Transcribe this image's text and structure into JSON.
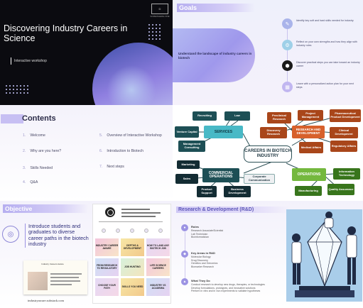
{
  "slide1": {
    "title": "Discovering Industry Careers in Science",
    "subtitle": "Interactive workshop",
    "logo_text": "SOMEWHERE.ONE",
    "logo_mark": "D"
  },
  "slide2": {
    "header": "Goals",
    "pill_text": "Understand the landscape of industry careers in biotech",
    "goals": [
      "Identify key soft and hard skills needed for industry",
      "Reflect on your own strengths and how they align with industry roles",
      "Discover practical steps you can take toward an industry career",
      "Leave with a personalized action plan for your next steps"
    ]
  },
  "slide3": {
    "title_initial": "C",
    "title_rest": "ontents",
    "items": [
      {
        "num": "1.",
        "label": "Welcome"
      },
      {
        "num": "2.",
        "label": "Why are you here?"
      },
      {
        "num": "3.",
        "label": "Skills Needed"
      },
      {
        "num": "4.",
        "label": "Q&A"
      },
      {
        "num": "5.",
        "label": "Overview of Interactive Workshop"
      },
      {
        "num": "6.",
        "label": "Introduction to Biotech"
      },
      {
        "num": "7.",
        "label": "Next steps"
      }
    ]
  },
  "slide4": {
    "center": "CAREERS IN BIOTECH INDUSTRY",
    "services": {
      "hub": "SERVICES",
      "items": [
        "Recruiting",
        "Law",
        "Venture Capital",
        "Management Consulting"
      ]
    },
    "rnd": {
      "hub": "RESEARCH AND DEVELOPMENT",
      "items": [
        "Preclinical Research",
        "Project Management",
        "Pharmaceutical Product Development",
        "Discovery Research",
        "Clinical Development",
        "Medical Affairs",
        "Regulatory Affairs"
      ]
    },
    "commercial": {
      "hub": "COMMERCIAL OPERATIONS",
      "items": [
        "Marketing",
        "Sales",
        "Product Support",
        "Business Development",
        "Corporate Communication"
      ]
    },
    "operations": {
      "hub": "OPERATIONS",
      "items": [
        "Information Technology",
        "Manufacturing",
        "Quality Assurance"
      ]
    }
  },
  "slide5": {
    "header": "Objective",
    "text": "Introduce students and graduates to diverse career paths in the biotech industry",
    "card_title": "Industry Careers Aware",
    "url": "industryaware.substack.com",
    "tiles": [
      "INDUSTRY CAREER AWARE",
      "DEPTHS & DEVELOPMENT",
      "HOW TO LAND ANY BIOTECH JOB",
      "FROM RESEARCH TO REGULATORY",
      "JOB HUNTING",
      "LIFE SCIENCE CAREERS",
      "CHOOSE YOUR PATH",
      "SKILLS YOU NEED",
      "INDUSTRY VS ACADEMIA"
    ]
  },
  "slide6": {
    "header": "Research & Development (R&D)",
    "sections": [
      {
        "heading": "Roles",
        "lines": [
          "Research Associate/Scientist",
          "Lab Technician",
          "Bioinformatician"
        ]
      },
      {
        "heading": "Key Areas in R&D",
        "lines": [
          "Molecular Biology",
          "Drug Discovery",
          "Genetics and Genomics",
          "Biomarker Research"
        ]
      },
      {
        "heading": "What They Do",
        "lines": [
          "Conduct research to develop new drugs, therapies, or technologies",
          "Develop formulations, prototypes, and innovative solutions",
          "Perform in vitro and in vivo experiments to validate hypotheses"
        ]
      }
    ]
  },
  "colors": {
    "accent": "#9c93e3",
    "teal": "#1d4f55",
    "rust": "#a9461a",
    "green": "#74b83e"
  }
}
